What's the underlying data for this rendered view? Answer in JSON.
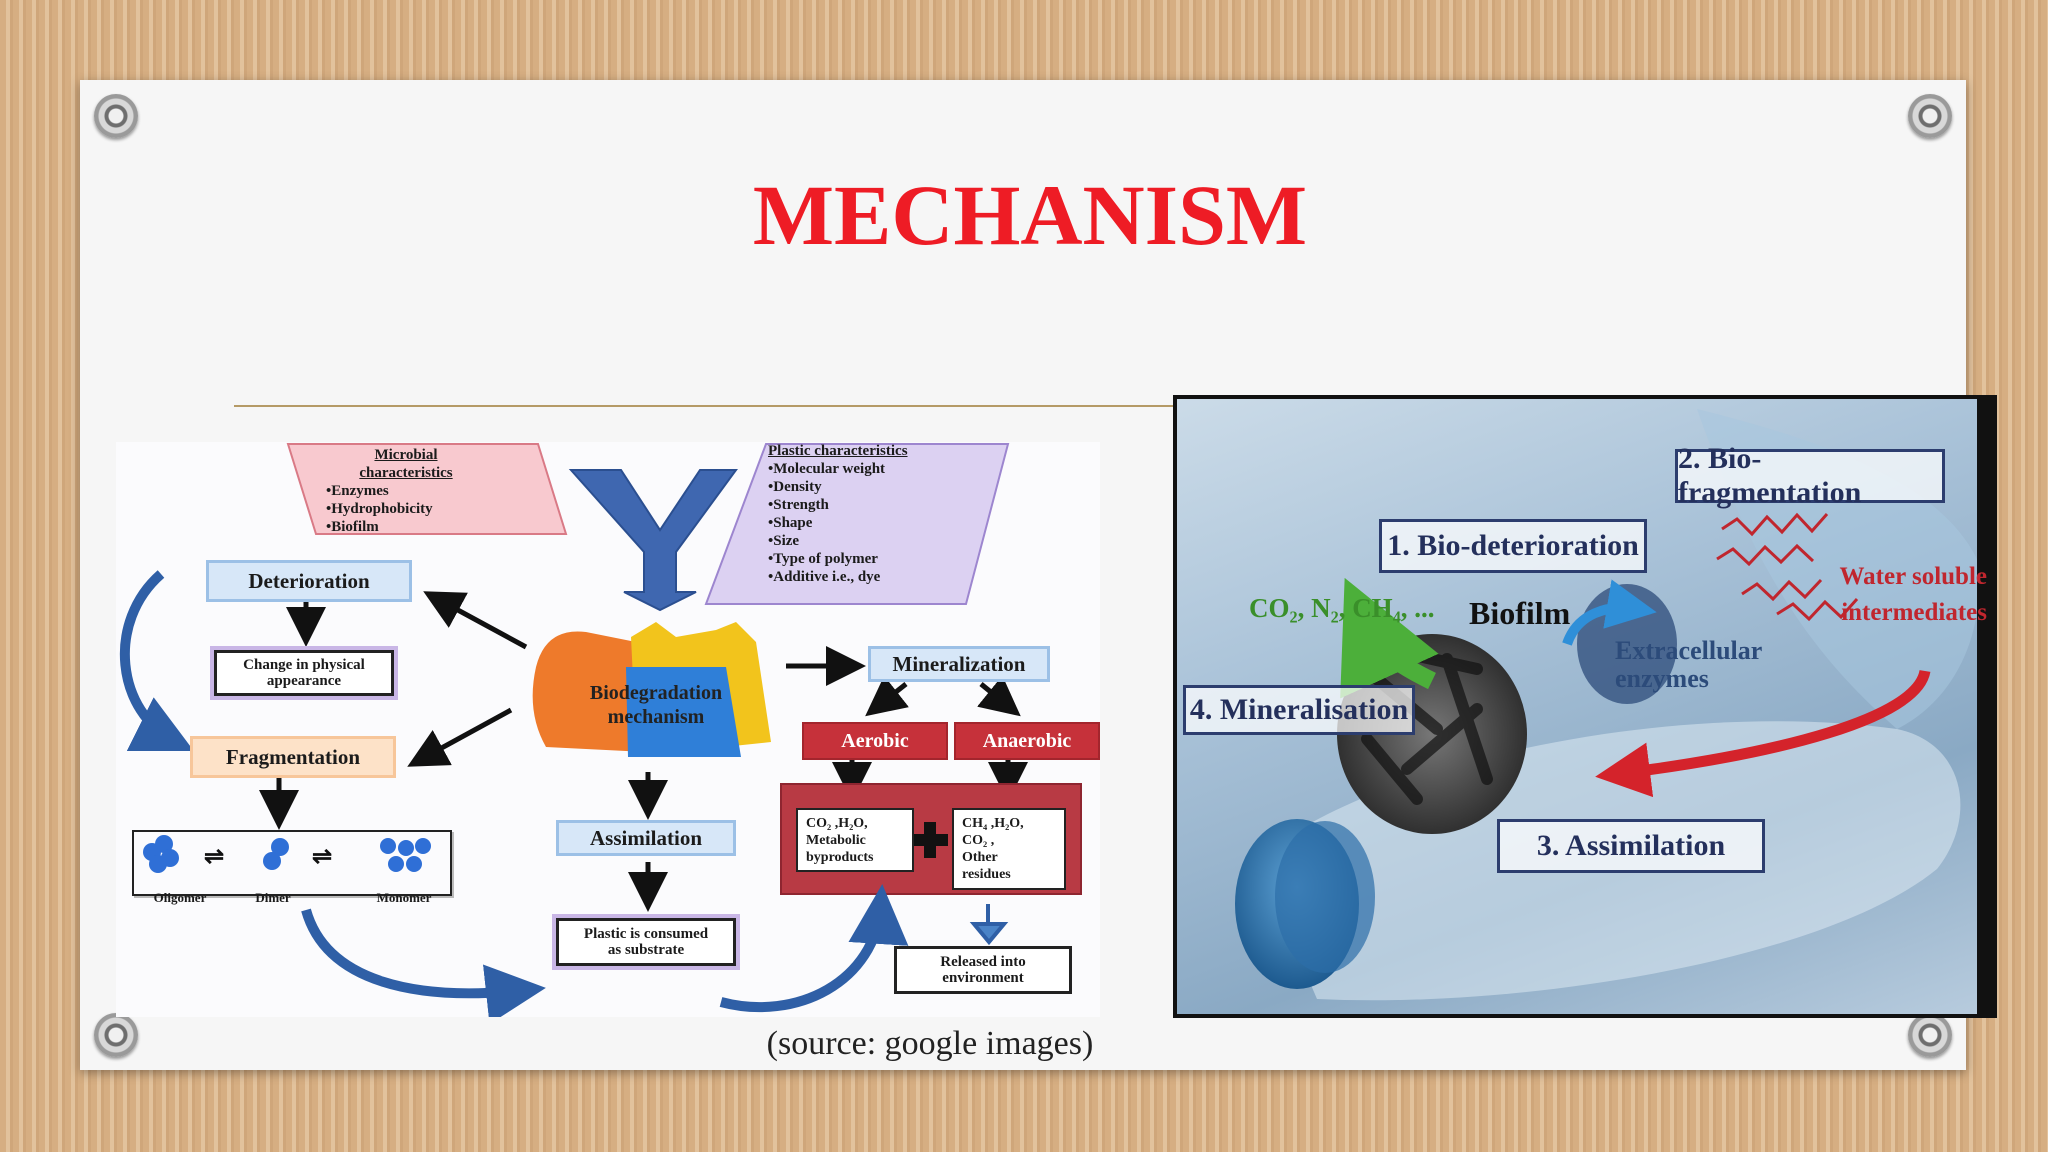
{
  "slide": {
    "title": "MECHANISM",
    "caption": "(source: google images)"
  },
  "left_diagram": {
    "microbial": {
      "heading_line1": "Microbial",
      "heading_line2": "characteristics",
      "items": [
        "•Enzymes",
        "•Hydrophobicity",
        "•Biofilm"
      ]
    },
    "plastic": {
      "heading": "Plastic characteristics",
      "items": [
        "•Molecular weight",
        "•Density",
        "•Strength",
        "•Shape",
        "•Size",
        "•Type of polymer",
        "•Additive i.e., dye"
      ]
    },
    "center_line1": "Biodegradation",
    "center_line2": "mechanism",
    "deterioration": "Deterioration",
    "change_line1": "Change in physical",
    "change_line2": "appearance",
    "fragmentation": "Fragmentation",
    "oligomer": "Oligomer",
    "dimer": "Dimer",
    "monomer": "Monomer",
    "assimilation": "Assimilation",
    "consumed_line1": "Plastic is consumed",
    "consumed_line2": "as substrate",
    "mineralization": "Mineralization",
    "aerobic": "Aerobic",
    "anaerobic": "Anaerobic",
    "aerobic_products": [
      "CO₂ ,H₂O,",
      "Metabolic",
      "byproducts"
    ],
    "anaerobic_products": [
      "CH₄ ,H₂O,",
      "CO₂ ,",
      "Other",
      "residues"
    ],
    "released_line1": "Released into",
    "released_line2": "environment"
  },
  "right_image": {
    "stage1": "1. Bio-deterioration",
    "stage2": "2. Bio-fragmentation",
    "stage3": "3. Assimilation",
    "stage4": "4. Mineralisation",
    "gases": "CO₂, N₂, CH₄, ...",
    "biofilm": "Biofilm",
    "enzymes_line1": "Extracellular",
    "enzymes_line2": "enzymes",
    "soluble_line1": "Water soluble",
    "soluble_line2": "intermediates"
  },
  "colors": {
    "title_red": "#ee1c25",
    "box_blue": "#d7e7f8",
    "box_orange": "#fde2c8",
    "box_red": "#c6313a",
    "arrow_blue": "#2f5fa6",
    "gas_green": "#3a8f2a",
    "intermediate_red": "#c0262e"
  }
}
